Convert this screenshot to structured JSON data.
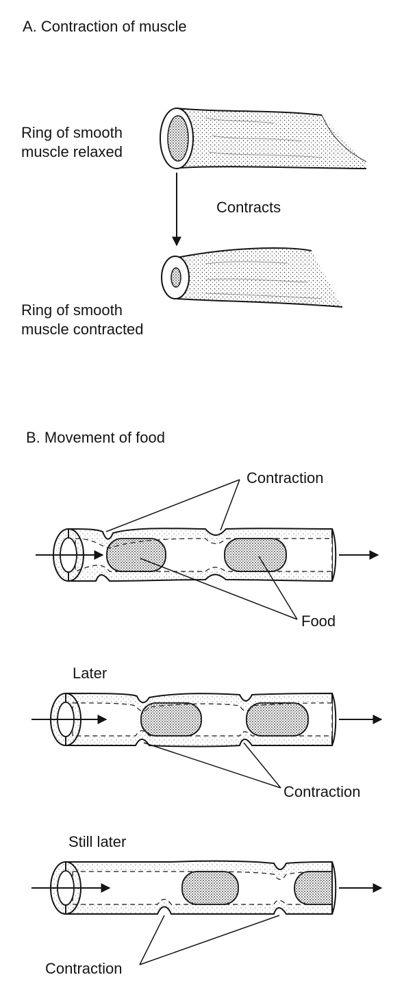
{
  "section_a": {
    "title": "A.  Contraction of muscle",
    "relaxed_label": [
      "Ring of smooth",
      "muscle relaxed"
    ],
    "contracted_label": [
      "Ring of smooth",
      "muscle contracted"
    ],
    "arrow_label": "Contracts"
  },
  "section_b": {
    "title": "B.  Movement of food",
    "panel1": {
      "contraction_label": "Contraction",
      "food_label": "Food"
    },
    "panel2": {
      "stage_label": "Later",
      "contraction_label": "Contraction"
    },
    "panel3": {
      "stage_label": "Still later",
      "contraction_label": "Contraction"
    }
  },
  "colors": {
    "ink": "#141414",
    "paper": "#ffffff",
    "stipple": "#3a3a3a"
  }
}
